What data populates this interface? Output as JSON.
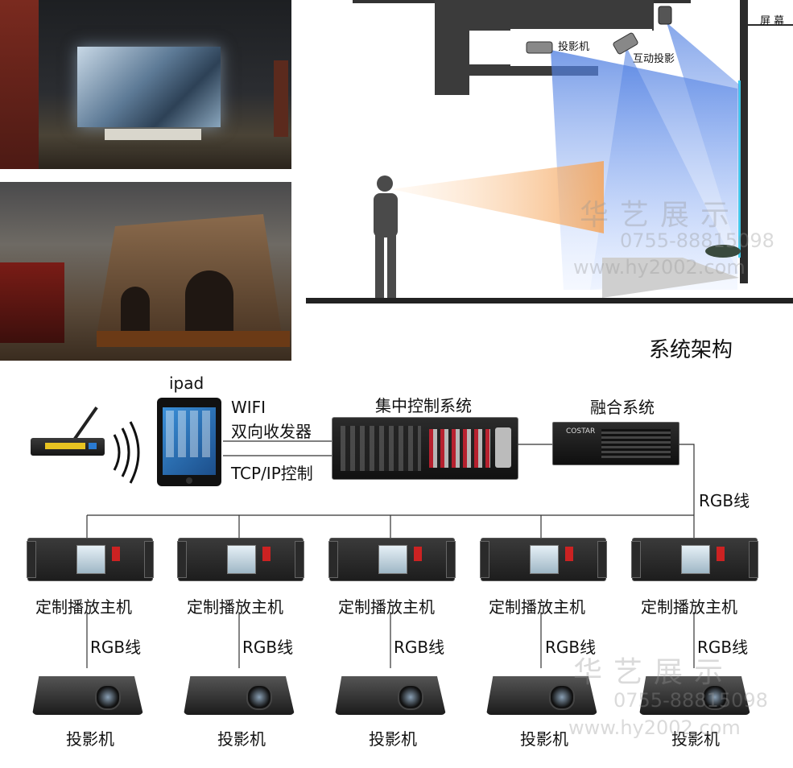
{
  "section_title": "系统架构",
  "top_diagram": {
    "projector_label": "投影机",
    "interactive_label": "互动投影",
    "screen_label": "屏幕"
  },
  "architecture": {
    "ipad_label": "ipad",
    "wifi_label": "WIFI",
    "transceiver_label": "双向收发器",
    "tcpip_label": "TCP/IP控制",
    "central_label": "集中控制系统",
    "fusion_label": "融合系统",
    "fusion_brand": "COSTAR",
    "rgb_label": "RGB线",
    "hosts": [
      {
        "label": "定制播放主机",
        "rgb": "RGB线",
        "projector": "投影机"
      },
      {
        "label": "定制播放主机",
        "rgb": "RGB线",
        "projector": "投影机"
      },
      {
        "label": "定制播放主机",
        "rgb": "RGB线",
        "projector": "投影机"
      },
      {
        "label": "定制播放主机",
        "rgb": "RGB线",
        "projector": "投影机"
      },
      {
        "label": "定制播放主机",
        "rgb": "RGB线",
        "projector": "投影机"
      }
    ]
  },
  "watermark": {
    "brand": "华艺展示",
    "phone": "0755-88815098",
    "site": "www.hy2002.com"
  }
}
